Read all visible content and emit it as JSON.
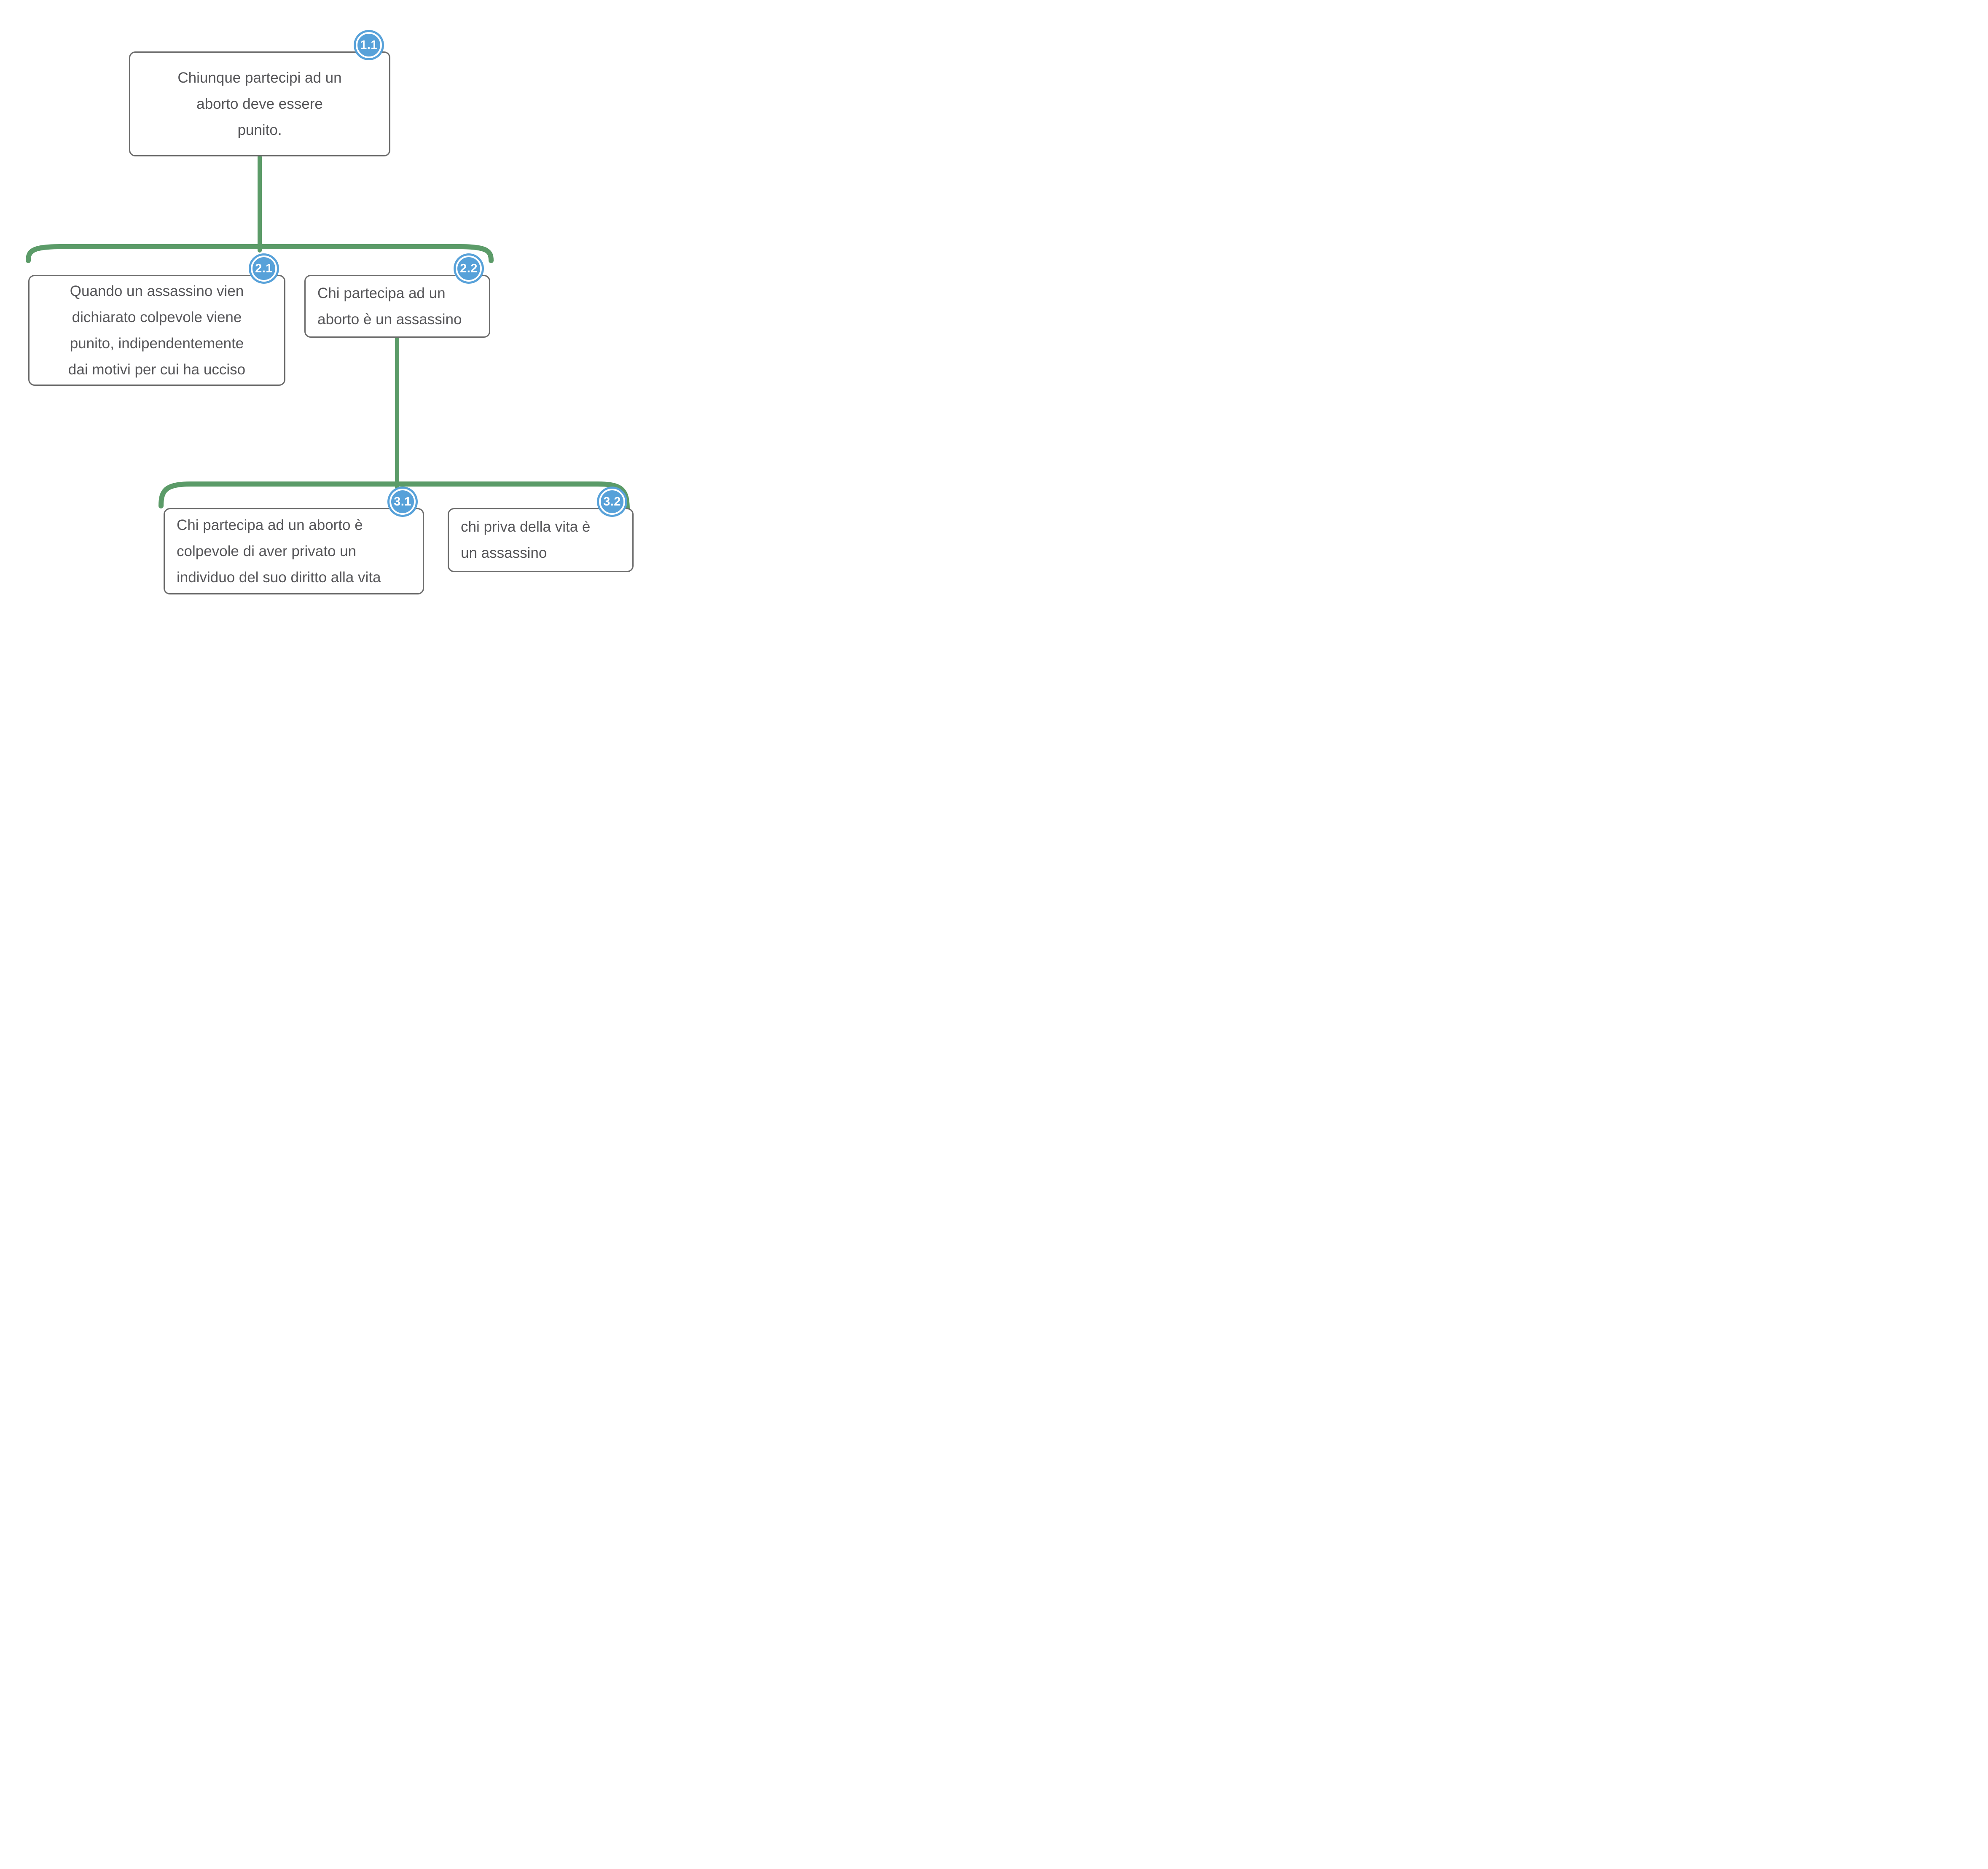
{
  "colors": {
    "connector_green": "#5b9b68",
    "badge_blue": "#57a1d9",
    "box_border_gray": "#6b6b6b",
    "text_gray": "#555558",
    "badge_ring_white": "#ffffff"
  },
  "map": {
    "nodes": [
      {
        "id": "1.1",
        "lines": [
          "Chiunque partecipi ad un",
          "aborto deve essere",
          "punito."
        ]
      },
      {
        "id": "2.1",
        "lines": [
          "Quando un assassino vien",
          "dichiarato colpevole viene",
          "punito, indipendentemente",
          "dai motivi per cui ha ucciso"
        ]
      },
      {
        "id": "2.2",
        "lines": [
          "Chi partecipa ad un",
          "aborto è un assassino"
        ]
      },
      {
        "id": "3.1",
        "lines": [
          "Chi partecipa ad un aborto è",
          "colpevole di aver privato un",
          "individuo del suo diritto alla vita"
        ]
      },
      {
        "id": "3.2",
        "lines": [
          "chi priva della vita è",
          "un assassino"
        ]
      }
    ],
    "edges": [
      {
        "from": "1.1",
        "to": [
          "2.1",
          "2.2"
        ]
      },
      {
        "from": "2.2",
        "to": [
          "3.1",
          "3.2"
        ]
      }
    ]
  }
}
